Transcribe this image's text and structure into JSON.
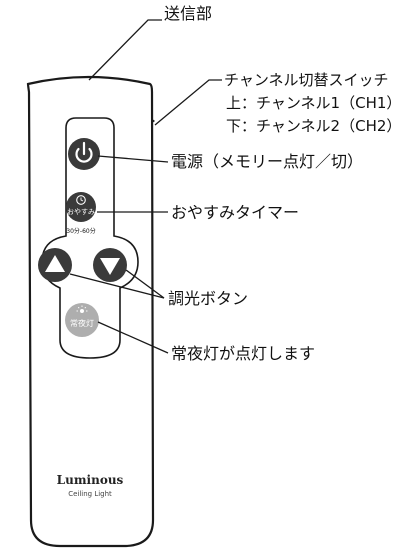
{
  "labels": {
    "transmitter": "送信部",
    "channel_switch": "チャンネル切替スイッチ",
    "ch1": "上：チャンネル1（CH1）",
    "ch2": "下：チャンネル2（CH2）",
    "power": "電源（メモリー点灯／切）",
    "sleep_timer": "おやすみタイマー",
    "dimmer": "調光ボタン",
    "nightlight": "常夜灯が点灯します"
  },
  "remote": {
    "sleep_button": "おやすみ",
    "sleep_range": "30分-60分",
    "night_button": "常夜灯",
    "brand": "Luminous",
    "sub": "Ceiling Light"
  },
  "colors": {
    "button_dark": "#3a3a3a",
    "button_light": "#aeaeae",
    "outline": "#1a1a1a"
  }
}
